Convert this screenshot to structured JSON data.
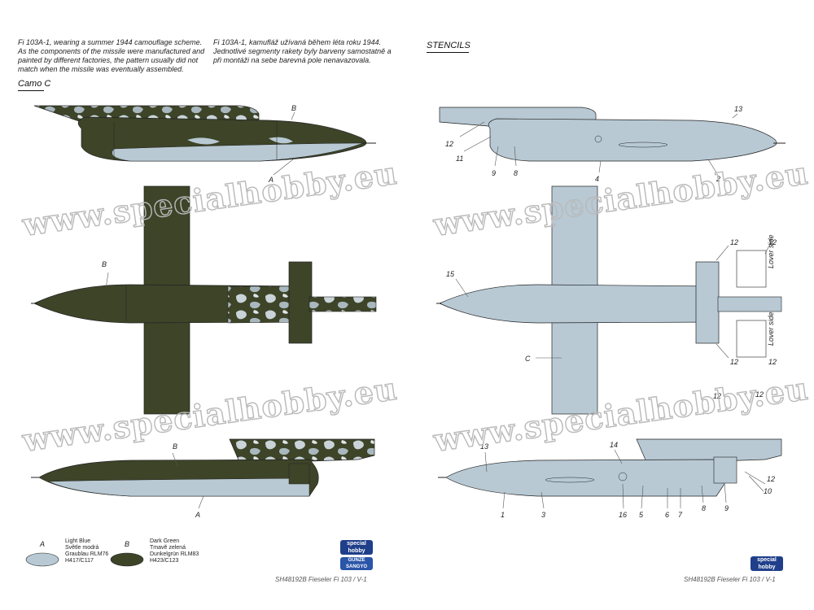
{
  "intro": {
    "english": "Fi 103A-1, wearing a summer 1944 camouflage scheme. As the components of the missile were manufactured and painted by different factories, the pattern usually did not match when the missile was eventually assembled.",
    "czech": "Fi 103A-1, kamufláž užívaná během léta roku 1944. Jednotlivé segmenty rakety byly barveny samostatně a při montáži na sebe barevná pole nenavazovala."
  },
  "headers": {
    "camo": "Camo C",
    "stencils": "STENCILS"
  },
  "watermark": "www.specialhobby.eu",
  "color_letters": {
    "A": "A",
    "B": "B",
    "C": "C"
  },
  "colors": {
    "light_blue": "#b8c9d4",
    "dark_green": "#3d4428"
  },
  "stencil_numbers": {
    "n1": "1",
    "n2": "2",
    "n3": "3",
    "n4": "4",
    "n5": "5",
    "n6": "6",
    "n7": "7",
    "n8": "8",
    "n9": "9",
    "n10": "10",
    "n11": "11",
    "n12": "12",
    "n13": "13",
    "n14": "14",
    "n15": "15",
    "n16": "16"
  },
  "lower_side": "Lover side",
  "legend": {
    "A": {
      "letter": "A",
      "lines": [
        "Light Blue",
        "Světle modrá",
        "Graublau RLM76",
        "H417/C117"
      ]
    },
    "B": {
      "letter": "B",
      "lines": [
        "Dark Green",
        "Tmavě zelená",
        "Dunkelgrün RLM83",
        "H423/C123"
      ]
    }
  },
  "footer": {
    "left": "SH48192B  Fieseler Fi 103 / V-1",
    "right": "SH48192B  Fieseler Fi 103 / V-1"
  },
  "logos": {
    "hobby": "special hobby",
    "gunze": "GUNZE SANGYO"
  }
}
